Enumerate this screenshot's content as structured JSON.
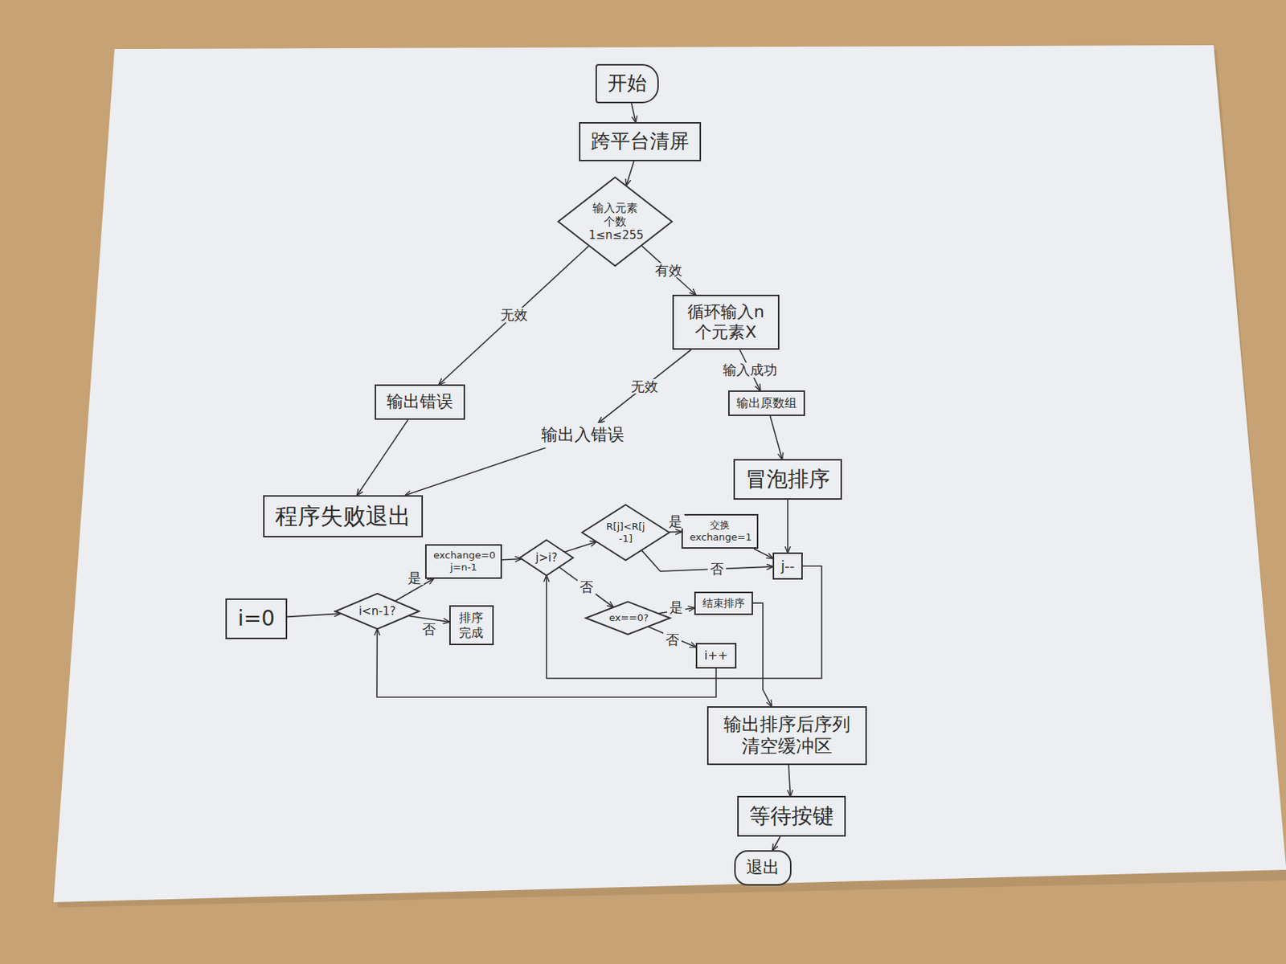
{
  "diagram": {
    "nodes": [
      {
        "text": [
          "开始"
        ]
      },
      {
        "text": [
          "跨平台清屏"
        ]
      },
      {
        "text": [
          "输入元素个数 1≤n≤255"
        ]
      },
      {
        "text": [
          "循环输入n个元素X"
        ]
      },
      {
        "text": [
          "输出错误"
        ]
      },
      {
        "text": [
          "输出入错误"
        ]
      },
      {
        "text": [
          "输出原数组"
        ]
      },
      {
        "text": [
          "冒泡排序"
        ]
      },
      {
        "text": [
          "程序失败退出"
        ]
      },
      {
        "text": [
          "R[j]<R[j-1]"
        ]
      },
      {
        "text": [
          "交换 exchange=1"
        ]
      },
      {
        "text": [
          "exchange=0 j=n-1"
        ]
      },
      {
        "text": [
          "j>i?"
        ]
      },
      {
        "text": [
          "j--"
        ]
      },
      {
        "text": [
          "i=0"
        ]
      },
      {
        "text": [
          "i<n-1?"
        ]
      },
      {
        "text": [
          "ex==0?"
        ]
      },
      {
        "text": [
          "结束排序"
        ]
      },
      {
        "text": [
          "排序完成"
        ]
      },
      {
        "text": [
          "i++"
        ]
      },
      {
        "text": [
          "输出排序后序列 清空缓冲区"
        ]
      },
      {
        "text": [
          "等待按键"
        ]
      },
      {
        "text": [
          "退出"
        ]
      }
    ],
    "edges": [
      {
        "from": 0,
        "to": 1,
        "arrow": "to"
      },
      {
        "from": 1,
        "to": 2,
        "arrow": "to"
      },
      {
        "from": 2,
        "to": 4,
        "arrow": "to",
        "label": "无效"
      },
      {
        "from": 2,
        "to": 3,
        "arrow": "to",
        "label": "有效"
      },
      {
        "from": 3,
        "to": 5,
        "arrow": "to",
        "label": "无效"
      },
      {
        "from": 3,
        "to": 6,
        "arrow": "to",
        "label": "输入成功"
      },
      {
        "from": 4,
        "to": 8,
        "arrow": "to"
      },
      {
        "from": 5,
        "to": 8,
        "arrow": "to"
      },
      {
        "from": 6,
        "to": 7,
        "arrow": "to"
      },
      {
        "from": 7,
        "to": 13,
        "arrow": "to"
      },
      {
        "from": 14,
        "to": 15,
        "arrow": "to"
      },
      {
        "from": 15,
        "to": 11,
        "arrow": "to",
        "label": "是"
      },
      {
        "from": 15,
        "to": 18,
        "arrow": "to",
        "label": "否"
      },
      {
        "from": 11,
        "to": 12,
        "arrow": "to"
      },
      {
        "from": 12,
        "to": 9,
        "arrow": "to"
      },
      {
        "from": 9,
        "to": 10,
        "arrow": "to",
        "label": "是"
      },
      {
        "from": 9,
        "to": 13,
        "arrow": "to",
        "label": "否"
      },
      {
        "from": 10,
        "to": 13,
        "arrow": "to"
      },
      {
        "from": 12,
        "to": 16,
        "arrow": "to",
        "label": "否"
      },
      {
        "from": 16,
        "to": 17,
        "arrow": "to",
        "label": "是"
      },
      {
        "from": 16,
        "to": 19,
        "arrow": "to",
        "label": "否"
      },
      {
        "from": 19,
        "to": 15,
        "arrow": "to"
      },
      {
        "from": 13,
        "to": 12,
        "arrow": "to"
      },
      {
        "from": 17,
        "to": 20,
        "arrow": "to"
      },
      {
        "from": 20,
        "to": 21,
        "arrow": "to"
      },
      {
        "from": 21,
        "to": 22,
        "arrow": "to"
      }
    ]
  }
}
